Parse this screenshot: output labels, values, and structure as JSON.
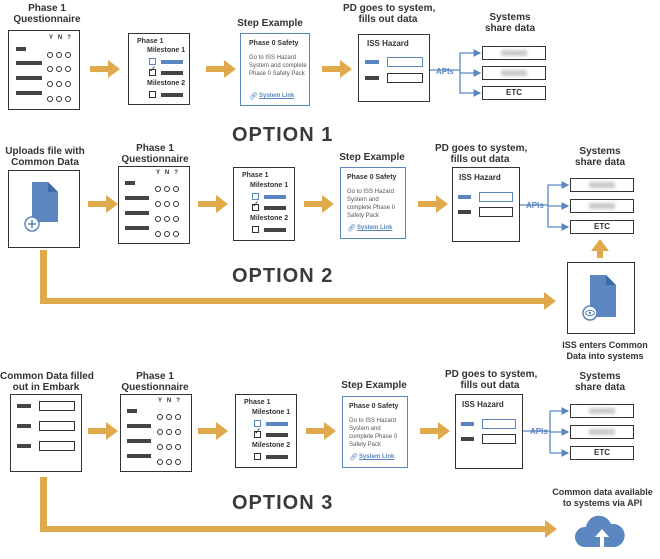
{
  "option1": {
    "label": "OPTION 1",
    "questionnaire_title": "Phase 1\nQuestionnaire",
    "questionnaire_header": "Y   N   ?",
    "milestone_title": "Phase 1",
    "milestone1": "Milestone 1",
    "milestone2": "Milestone 2",
    "step_title": "Step Example",
    "step_heading": "Phase 0 Safety",
    "step_body": "Go to ISS Hazard System and complete Phase 0 Safety Pack",
    "step_link": "System Link",
    "pd_title": "PD goes to system,\nfills out data",
    "hazard_title": "ISS Hazard",
    "apis": "APIs",
    "share_title": "Systems\nshare data",
    "etc": "ETC"
  },
  "option2": {
    "label": "OPTION 2",
    "upload_title": "Uploads file with\nCommon Data",
    "questionnaire_title": "Phase 1\nQuestionnaire",
    "questionnaire_header": "Y   N   ?",
    "milestone_title": "Phase 1",
    "milestone1": "Milestone 1",
    "milestone2": "Milestone 2",
    "step_title": "Step Example",
    "step_heading": "Phase 0 Safety",
    "step_body": "Go to ISS Hazard System and complete Phase 0 Safety Pack",
    "step_link": "System Link",
    "pd_title": "PD goes to system,\nfills out data",
    "hazard_title": "ISS Hazard",
    "apis": "APIs",
    "share_title": "Systems\nshare data",
    "etc": "ETC",
    "enters_caption": "ISS enters Common\nData into systems"
  },
  "option3": {
    "label": "OPTION 3",
    "embark_title": "Common Data filled\nout in Embark",
    "questionnaire_title": "Phase 1\nQuestionnaire",
    "questionnaire_header": "Y   N   ?",
    "milestone_title": "Phase 1",
    "milestone1": "Milestone 1",
    "milestone2": "Milestone 2",
    "step_title": "Step Example",
    "step_heading": "Phase 0 Safety",
    "step_body": "Go to ISS Hazard System and complete Phase 0 Safety Pack",
    "step_link": "System Link",
    "pd_title": "PD goes to system,\nfills out data",
    "hazard_title": "ISS Hazard",
    "apis": "APIs",
    "share_title": "Systems\nshare data",
    "etc": "ETC",
    "api_caption": "Common data available\nto systems via API"
  },
  "colors": {
    "arrow": "#e0a94b",
    "accent": "#5b86c0",
    "ink": "#333333"
  },
  "icons": [
    "document-icon",
    "add-icon",
    "eye-icon",
    "cloud-upload-icon",
    "link-icon",
    "checkmark-icon"
  ]
}
